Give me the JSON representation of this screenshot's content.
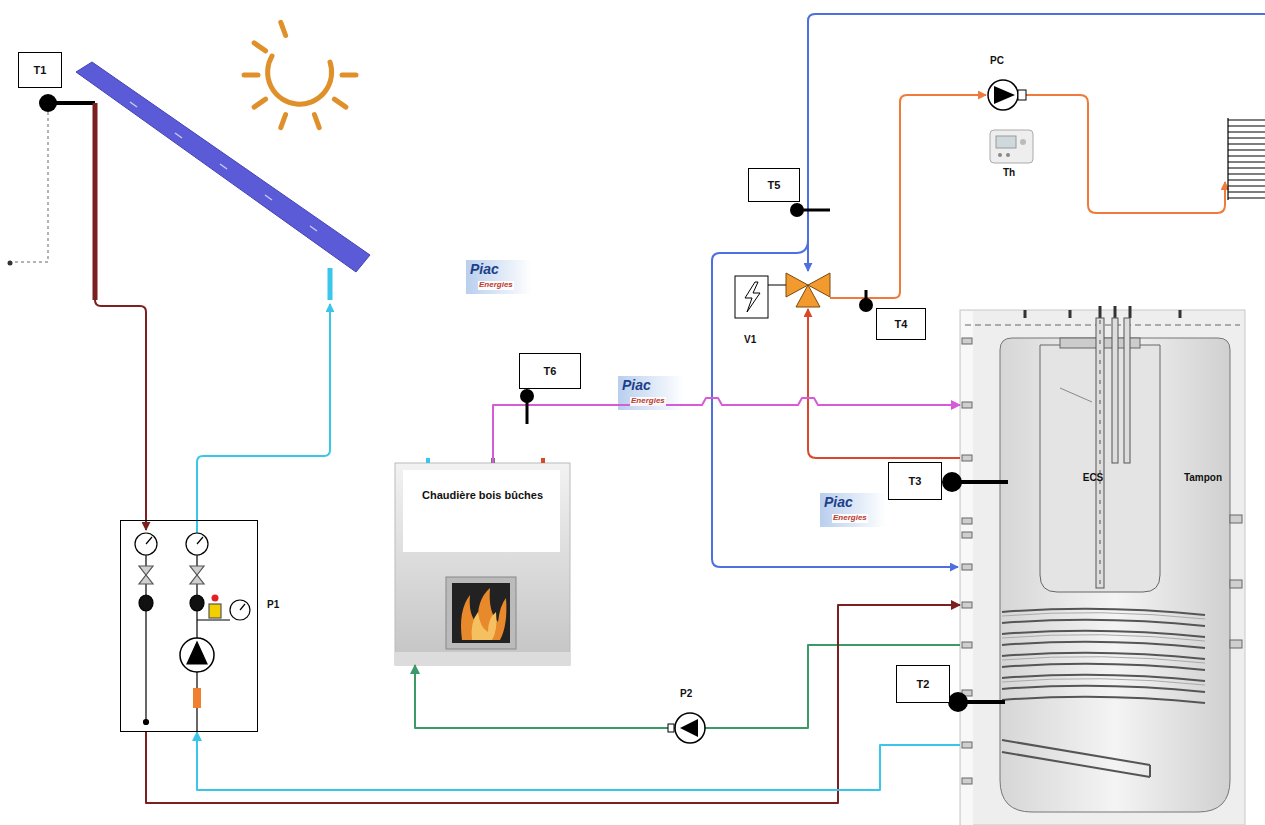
{
  "diagram": {
    "nodes": [
      {
        "text": [
          "T1"
        ]
      },
      {
        "text": [
          "T5"
        ]
      },
      {
        "text": [
          "T4"
        ]
      },
      {
        "text": [
          "T6"
        ]
      },
      {
        "text": [
          "Chaudière bois bûches"
        ]
      },
      {
        "text": [
          "T3"
        ]
      },
      {
        "text": [
          "ECS",
          "Tampon"
        ]
      },
      {
        "text": [
          "P1"
        ]
      },
      {
        "text": [
          "T2"
        ]
      }
    ],
    "edges": [
      {
        "from": 4,
        "to": 6,
        "arrow": "to"
      },
      {
        "from": 6,
        "to": 4,
        "arrow": "to"
      },
      {
        "from": 7,
        "to": 6,
        "arrow": "to"
      },
      {
        "from": 6,
        "to": 7,
        "arrow": "to"
      }
    ],
    "labels": [
      "PC",
      "Th",
      "Piac",
      "Energies",
      "V1",
      "Piac",
      "Energies",
      "Piac",
      "Energies",
      "P2"
    ]
  }
}
